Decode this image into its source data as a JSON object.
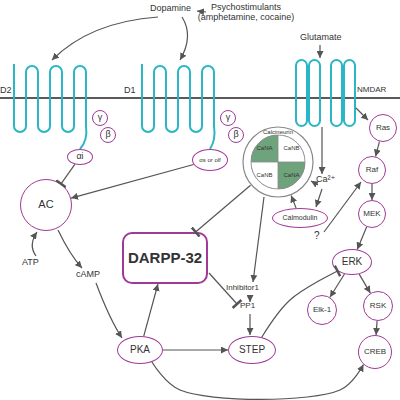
{
  "diagram": {
    "nodes": [
      {
        "text": [
          "γ"
        ]
      },
      {
        "text": [
          "β"
        ]
      },
      {
        "text": [
          "αi"
        ]
      },
      {
        "text": [
          "γ"
        ]
      },
      {
        "text": [
          "β"
        ]
      },
      {
        "text": [
          "αs or olf"
        ]
      },
      {
        "text": [
          "Ras"
        ]
      },
      {
        "text": [
          "Calcineurin"
        ]
      },
      {
        "text": [
          "CaNA"
        ],
        "in": 7
      },
      {
        "text": [
          "CaNB"
        ],
        "in": 7
      },
      {
        "text": [
          "CaNB"
        ],
        "in": 7
      },
      {
        "text": [
          "CaNA"
        ],
        "in": 7
      },
      {
        "text": [
          "Raf"
        ]
      },
      {
        "text": [
          "AC"
        ]
      },
      {
        "text": [
          "Calmodulin"
        ]
      },
      {
        "text": [
          "MEK"
        ]
      },
      {
        "text": [
          "DARPP-32"
        ]
      },
      {
        "text": [
          "ERK"
        ]
      },
      {
        "text": [
          "Elk-1"
        ]
      },
      {
        "text": [
          "RSK"
        ]
      },
      {
        "text": [
          "PKA"
        ]
      },
      {
        "text": [
          "STEP"
        ]
      },
      {
        "text": [
          "CREB"
        ]
      }
    ],
    "edges": [
      {
        "from": 2,
        "to": 13,
        "arrow": "to"
      },
      {
        "from": 5,
        "to": 13,
        "arrow": "to"
      },
      {
        "from": 7,
        "to": 16,
        "arrow": "to"
      },
      {
        "from": 14,
        "to": 7,
        "arrow": "to"
      },
      {
        "from": 6,
        "to": 12,
        "arrow": "to"
      },
      {
        "from": 12,
        "to": 15,
        "arrow": "to"
      },
      {
        "from": 15,
        "to": 17,
        "arrow": "to"
      },
      {
        "from": 17,
        "to": 18,
        "arrow": "to"
      },
      {
        "from": 17,
        "to": 19,
        "arrow": "to"
      },
      {
        "from": 19,
        "to": 22,
        "arrow": "to"
      },
      {
        "from": 20,
        "to": 16,
        "arrow": "to"
      },
      {
        "from": 20,
        "to": 21,
        "arrow": "to"
      },
      {
        "from": 20,
        "to": 22,
        "arrow": "to"
      },
      {
        "from": 21,
        "to": 17,
        "arrow": "to"
      }
    ],
    "labels": [
      "Dopamine",
      "Psychostimulants (amphetamine, cocaine)",
      "Glutamate",
      "D2",
      "D1",
      "NMDAR",
      "Ca²⁺",
      "?",
      "ATP",
      "cAMP",
      "Inhibitor1",
      "PP1"
    ]
  }
}
